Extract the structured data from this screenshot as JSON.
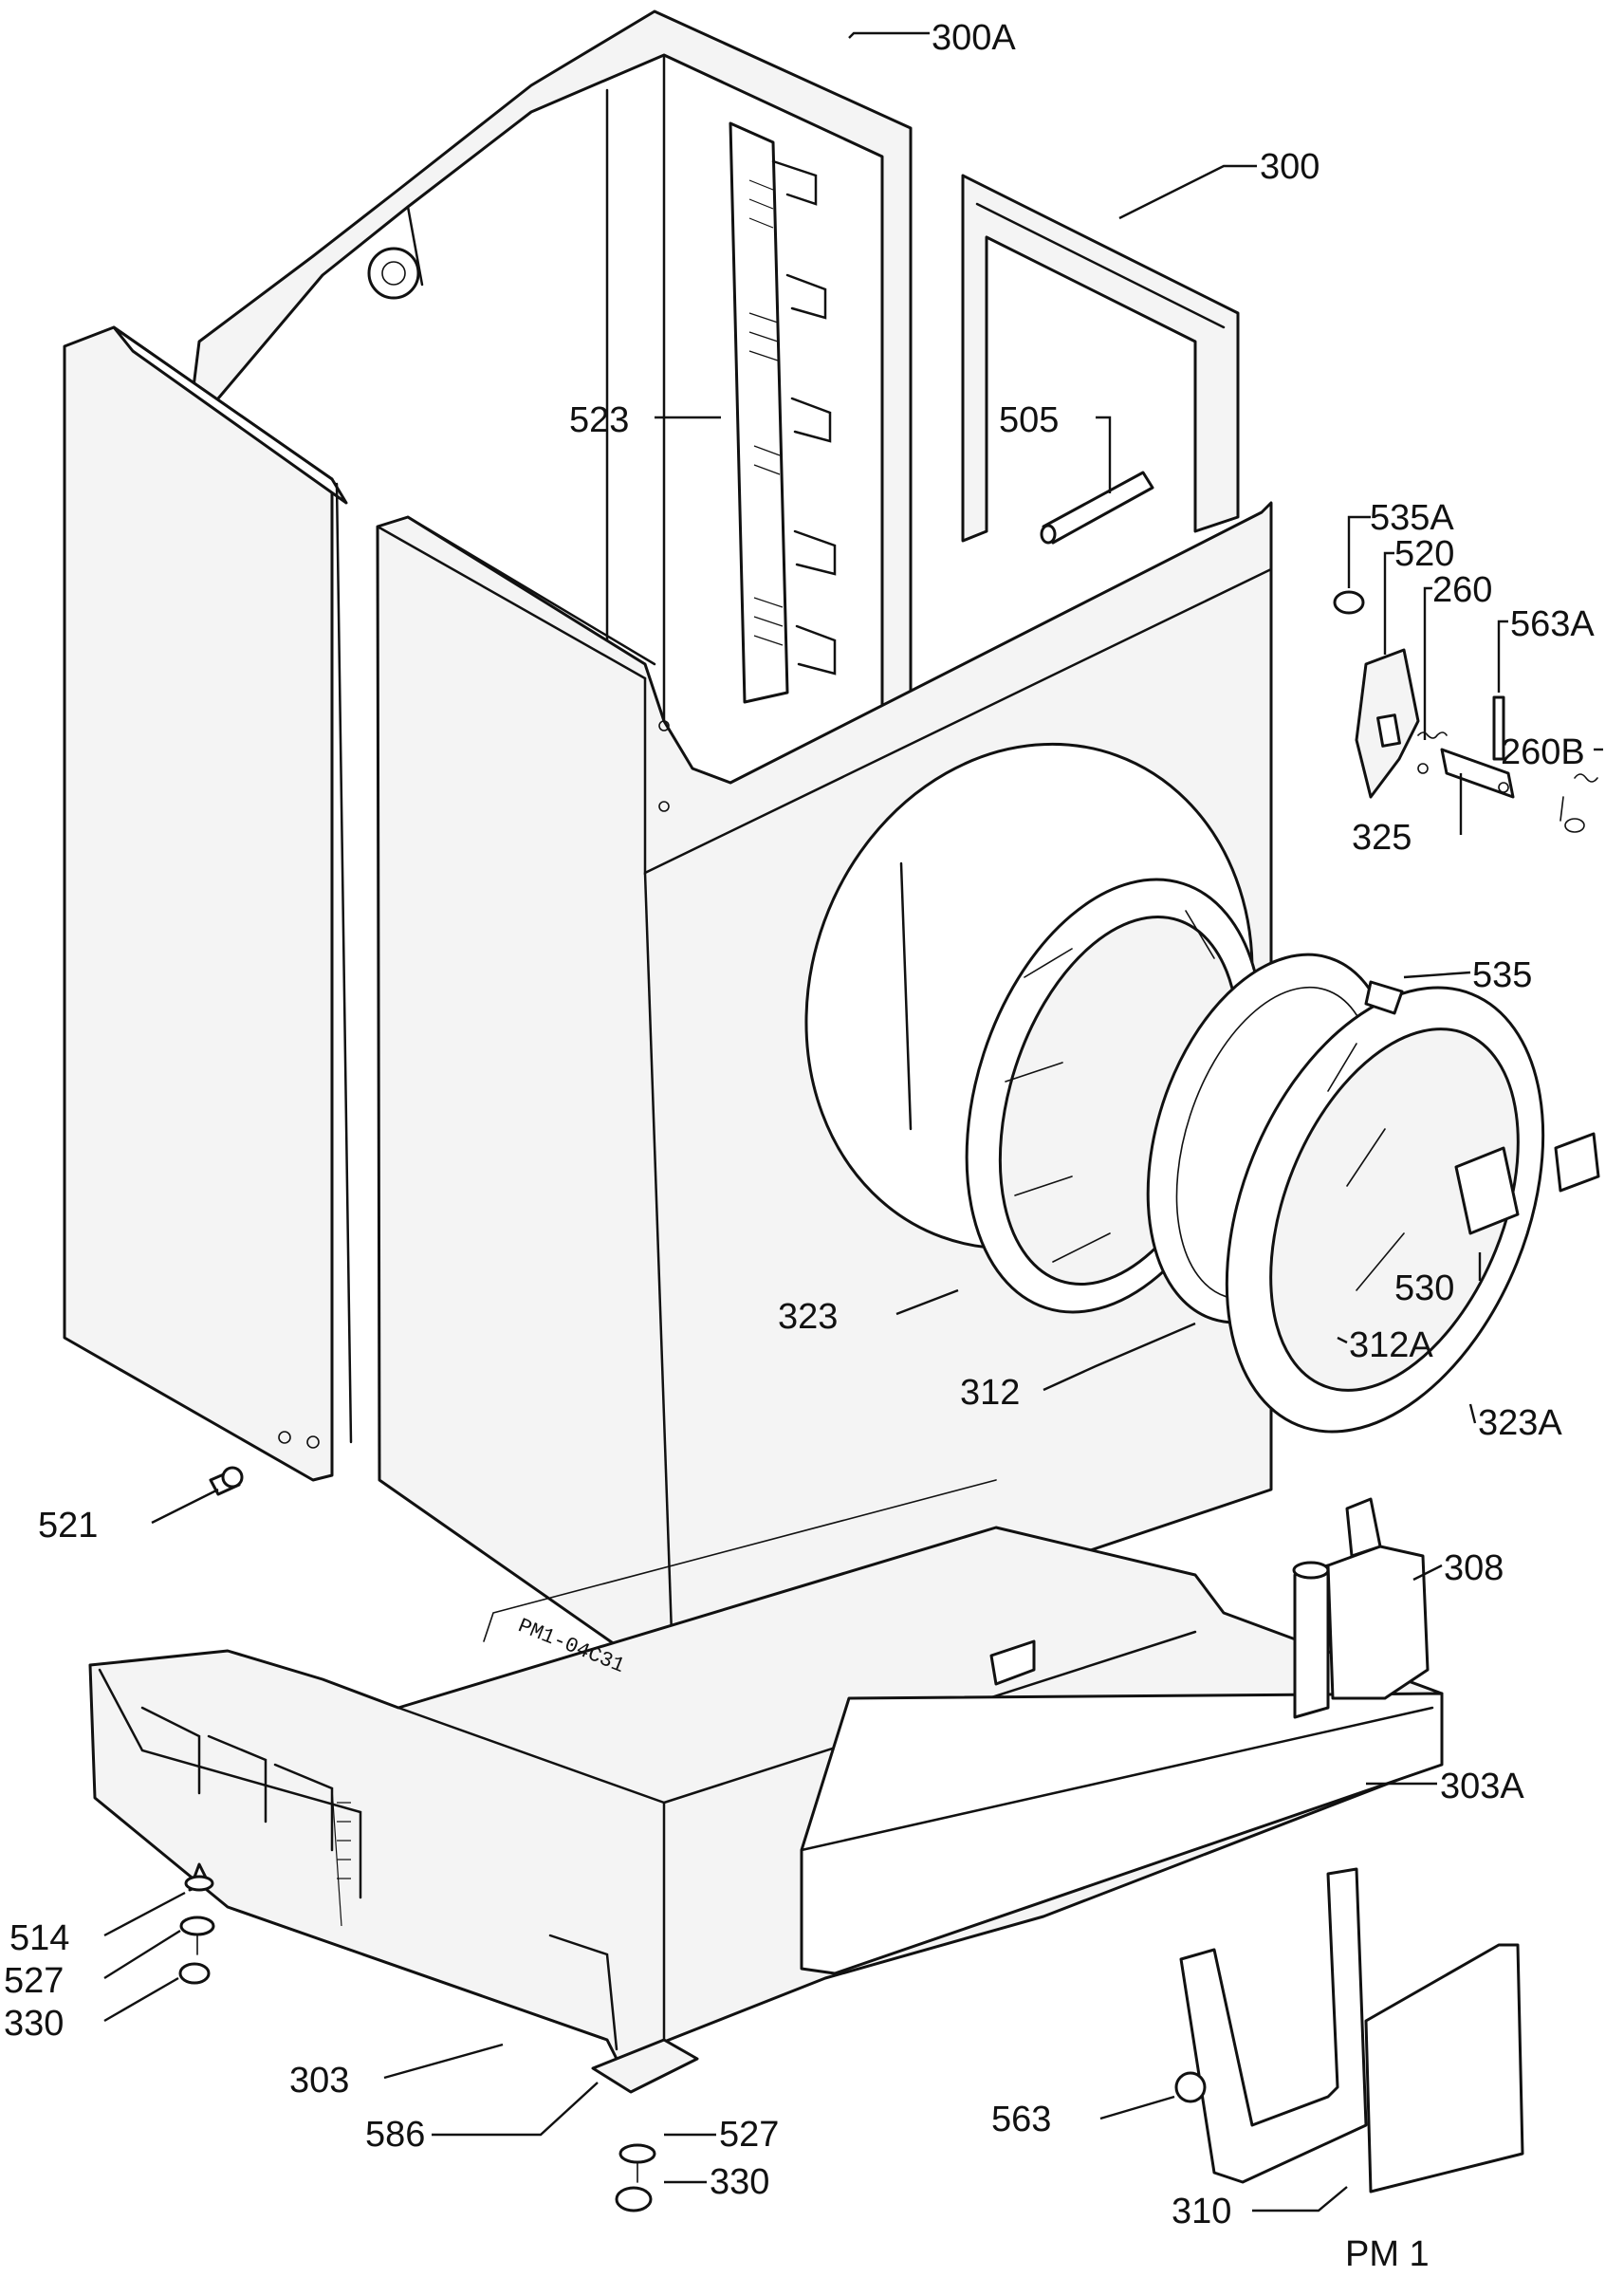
{
  "callouts": {
    "c300A": "300A",
    "c300": "300",
    "c523": "523",
    "c505": "505",
    "c535A": "535A",
    "c520": "520",
    "c260": "260",
    "c563A": "563A",
    "c260B": "260B",
    "c325": "325",
    "c535": "535",
    "c530": "530",
    "c323": "323",
    "c312A": "312A",
    "c312": "312",
    "c323A": "323A",
    "c521": "521",
    "c308": "308",
    "c303A": "303A",
    "c514": "514",
    "c527a": "527",
    "c330a": "330",
    "c303": "303",
    "c586": "586",
    "c527b": "527",
    "c330b": "330",
    "c563": "563",
    "c310": "310"
  },
  "stamp": "PM1-04C31",
  "footer": "PM 1",
  "colors": {
    "ink": "#111111",
    "paper": "#ffffff",
    "fill": "#f4f4f4"
  }
}
